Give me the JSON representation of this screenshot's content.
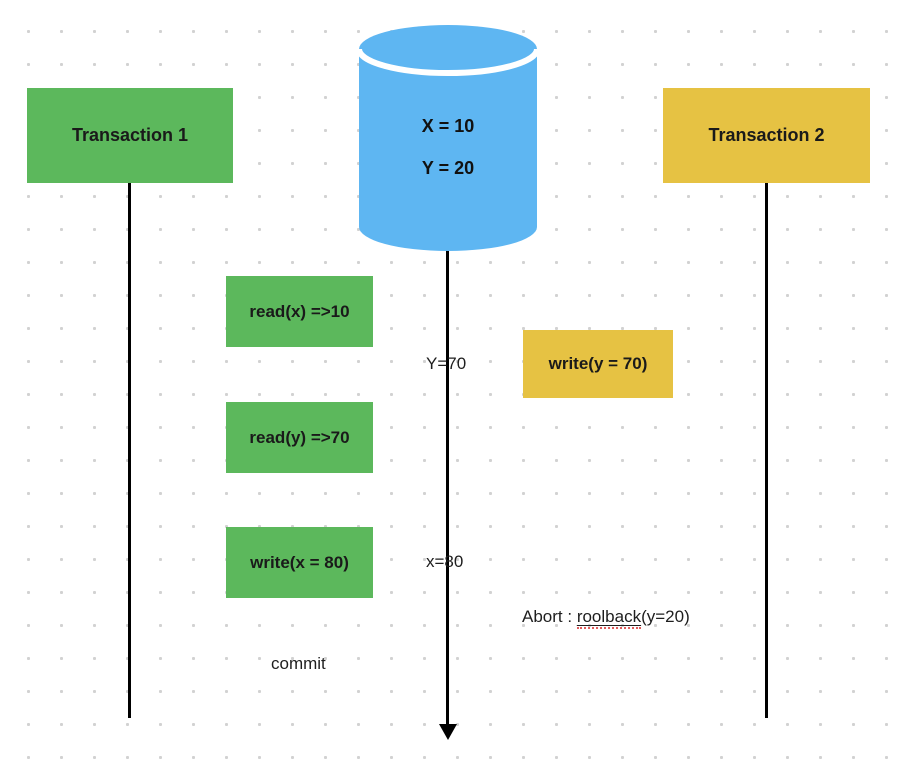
{
  "canvas": {
    "transaction1": {
      "label": "Transaction 1"
    },
    "transaction2": {
      "label": "Transaction 2"
    },
    "database": {
      "value_x": "X = 10",
      "value_y": "Y = 20"
    },
    "operations_t1": [
      {
        "label": "read(x) =>10"
      },
      {
        "label": "read(y) =>70"
      },
      {
        "label": "write(x = 80)"
      }
    ],
    "operation_t2": {
      "label": "write(y = 70)"
    },
    "timeline": {
      "label_y": "Y=70",
      "label_x": "x=80"
    },
    "abort_note": {
      "prefix": "Abort : ",
      "word": "roolback",
      "suffix": "(y=20)"
    },
    "commit_note": {
      "label": "commit"
    },
    "colors": {
      "green": "#5cb85c",
      "yellow": "#e6c243",
      "blue": "#5eb6f2"
    }
  }
}
